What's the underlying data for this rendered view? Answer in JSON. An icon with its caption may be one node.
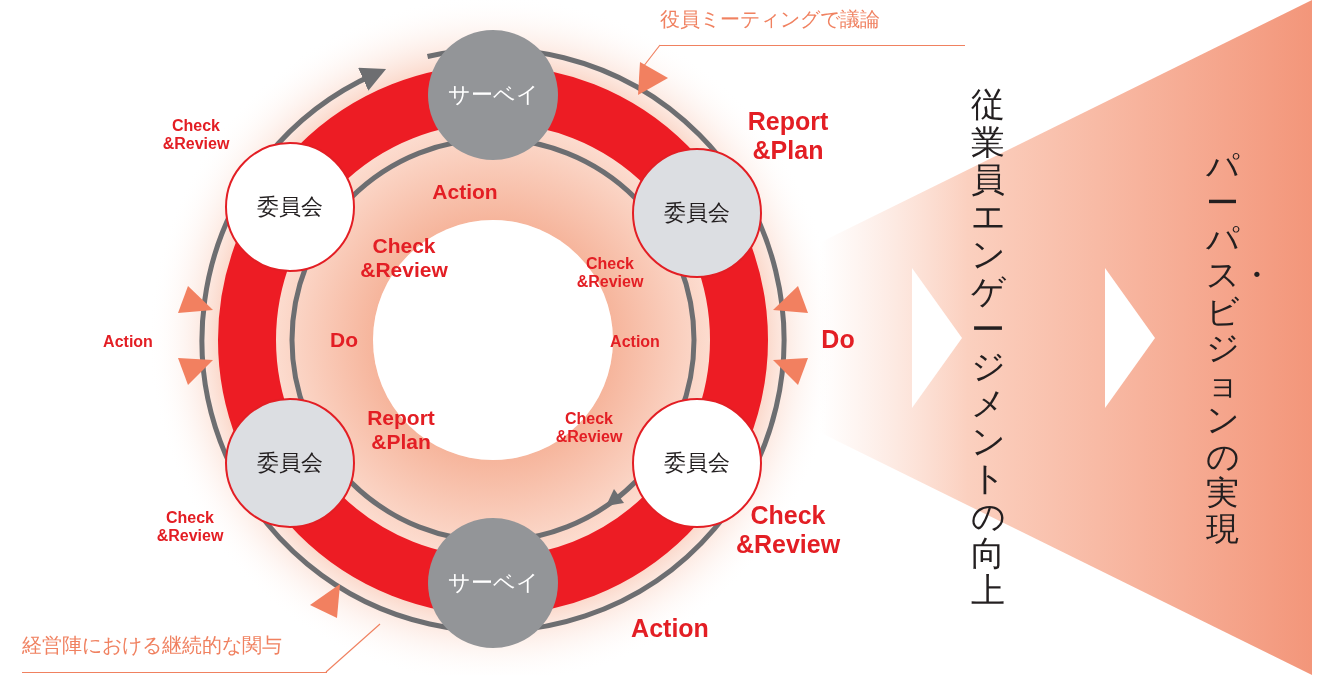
{
  "diagram": {
    "nodes": [
      {
        "text": [
          "サーベイ"
        ]
      },
      {
        "text": [
          "委員会"
        ]
      },
      {
        "text": [
          "委員会"
        ]
      },
      {
        "text": [
          "委員会"
        ]
      },
      {
        "text": [
          "委員会"
        ]
      },
      {
        "text": [
          "サーベイ"
        ]
      },
      {
        "text": [
          "役員ミーティングで議論"
        ]
      },
      {
        "text": [
          "経営陣における継続的な関与"
        ]
      },
      {
        "text": [
          "従業員エンゲージメントの向上"
        ]
      },
      {
        "text": [
          "パーパス・ビジョンの実現"
        ]
      }
    ],
    "edges": [
      {
        "from": 6,
        "to": null,
        "arrow": "none"
      },
      {
        "from": 7,
        "to": null,
        "arrow": "none"
      },
      {
        "from": null,
        "to": 8,
        "arrow": "to"
      },
      {
        "from": 8,
        "to": 9,
        "arrow": "to"
      }
    ],
    "labels": [
      "Check &Review",
      "Report &Plan",
      "Action",
      "Check &Review",
      "Check &Review",
      "Action",
      "Do",
      "Action",
      "Do",
      "Report &Plan",
      "Check &Review",
      "Check &Review",
      "Check &Review",
      "Action"
    ]
  }
}
